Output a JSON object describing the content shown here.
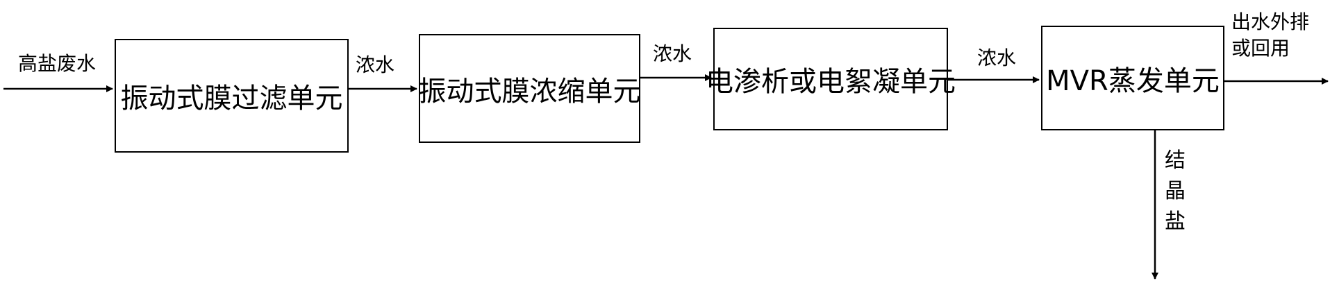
{
  "nodes": {
    "filter": "振动式膜过滤单元",
    "concentrate": "振动式膜浓缩单元",
    "electro": "电渗析或电絮凝单元",
    "mvr": "MVR蒸发单元"
  },
  "edges": {
    "input": "高盐废水",
    "filter_to_concentrate": "浓水",
    "concentrate_to_electro": "浓水",
    "electro_to_mvr": "浓水",
    "output_line1": "出水外排",
    "output_line2": "或回用",
    "crystal": "结晶盐"
  }
}
